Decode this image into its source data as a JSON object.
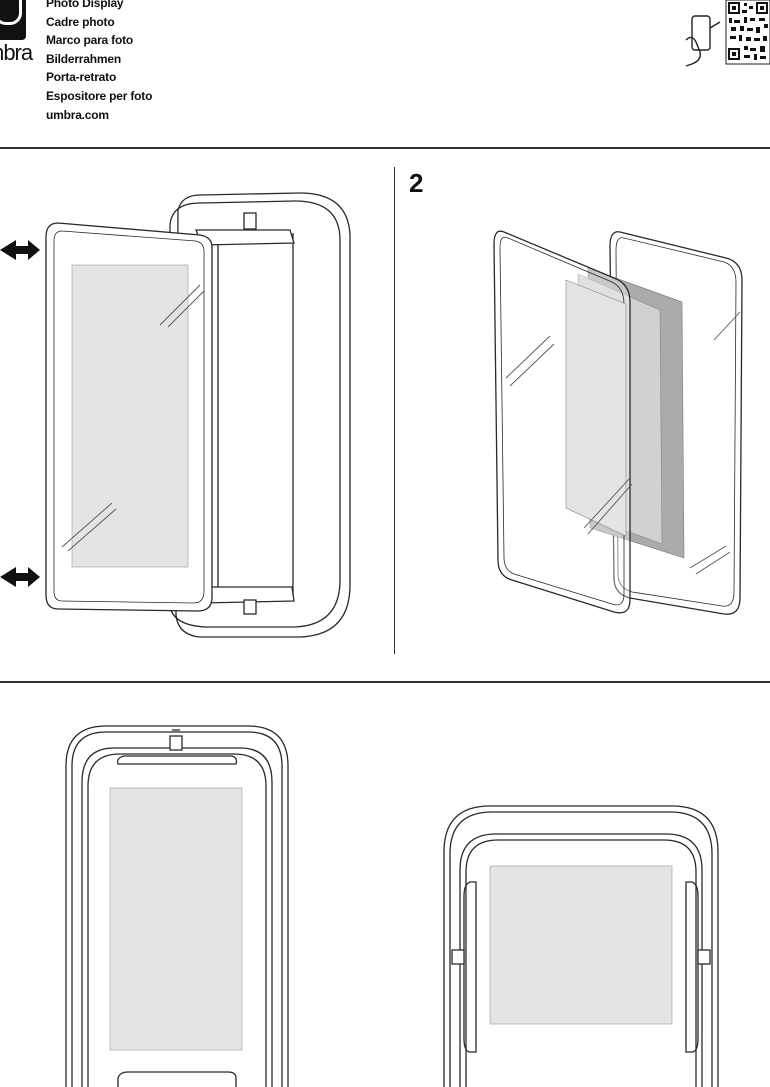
{
  "header": {
    "brand": "mbra",
    "titles": [
      "Photo Display",
      "Cadre photo",
      "Marco para foto",
      "Bilderrahmen",
      "Porta-retrato",
      "Espositore per foto",
      "umbra.com"
    ]
  },
  "steps": {
    "step_2_number": "2"
  },
  "colors": {
    "line": "#2a2a2a",
    "photo_light": "#e2e4e5",
    "photo_mid": "#cfd1d2",
    "photo_dark": "#a9abad"
  }
}
